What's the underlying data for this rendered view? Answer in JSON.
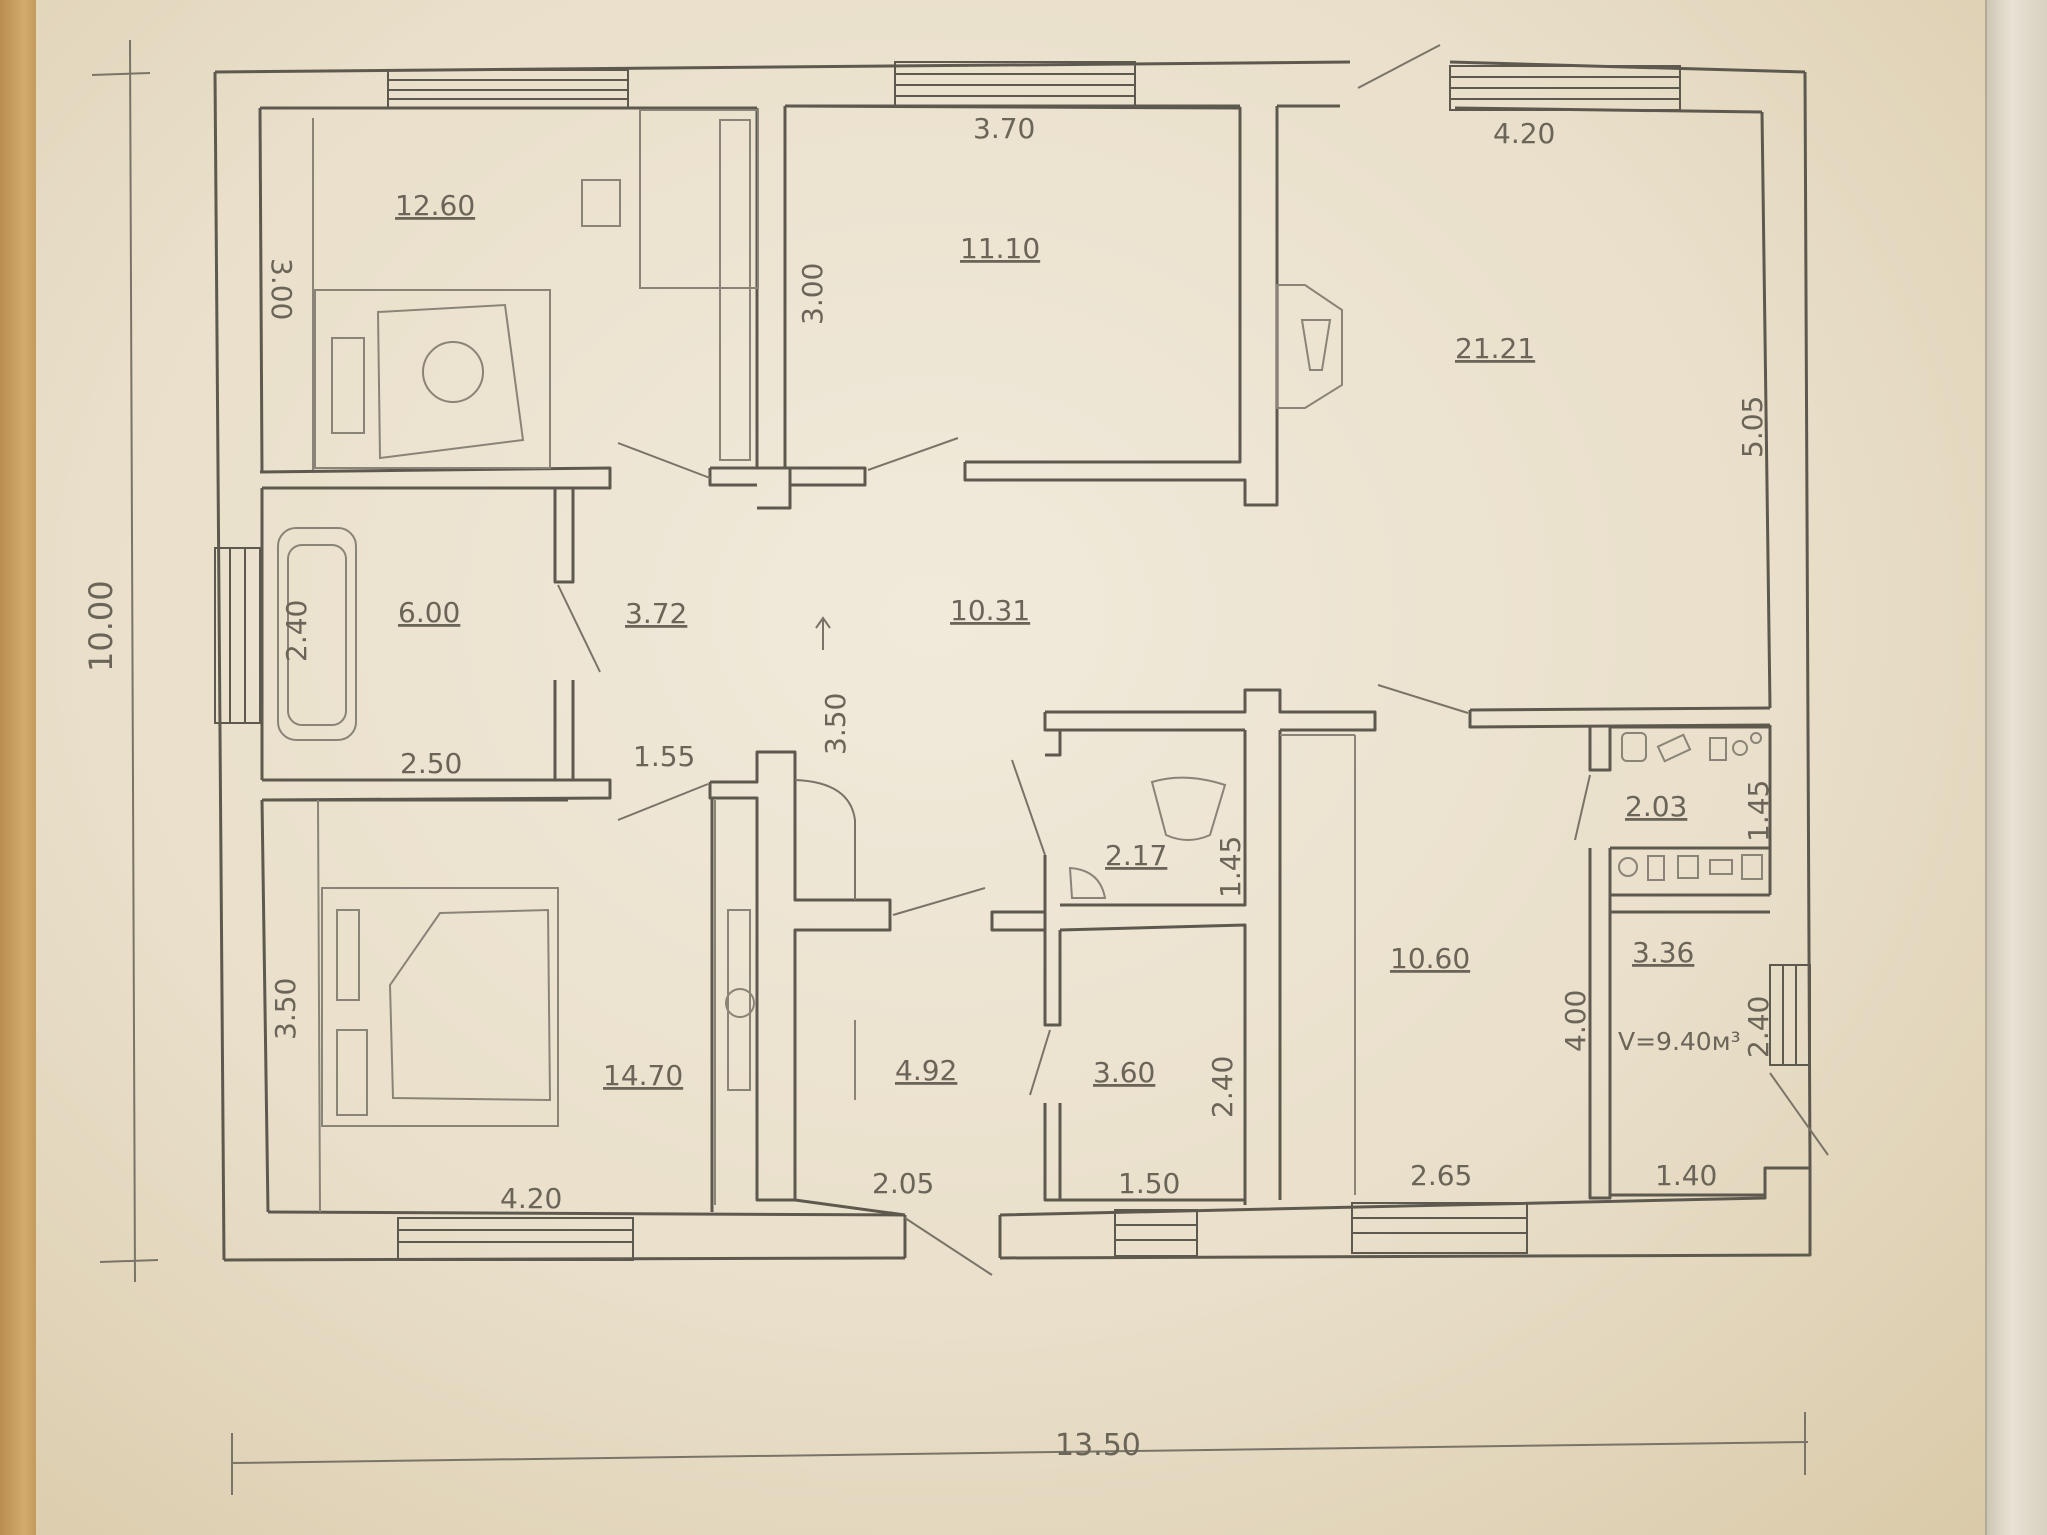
{
  "rooms": {
    "bedroom_top_left": {
      "area": "12.60",
      "height": "3.00"
    },
    "room_top_middle": {
      "area": "11.10",
      "width": "3.70",
      "height": "3.00"
    },
    "living_room": {
      "area": "21.21",
      "width": "4.20",
      "height": "5.05"
    },
    "bathroom": {
      "area": "6.00",
      "width": "2.50",
      "bathtub": "2.40"
    },
    "corridor_small": {
      "area": "3.72",
      "width": "1.55"
    },
    "hall": {
      "area": "10.31",
      "length": "3.50"
    },
    "bedroom_bottom_left": {
      "area": "14.70",
      "width": "4.20",
      "height": "3.50"
    },
    "entry": {
      "area": "4.92",
      "width": "2.05"
    },
    "wc": {
      "area": "2.17",
      "height": "1.45"
    },
    "utility_small": {
      "area": "3.60",
      "width": "1.50",
      "height": "2.40"
    },
    "kitchen": {
      "area": "10.60",
      "width": "2.65",
      "height": "4.00"
    },
    "pantry": {
      "area": "2.03",
      "height": "1.45"
    },
    "cellar": {
      "area": "3.36",
      "width": "1.40",
      "height": "2.40",
      "volume": "V=9.40м³"
    }
  },
  "overall": {
    "height": "10.00",
    "width": "13.50"
  }
}
